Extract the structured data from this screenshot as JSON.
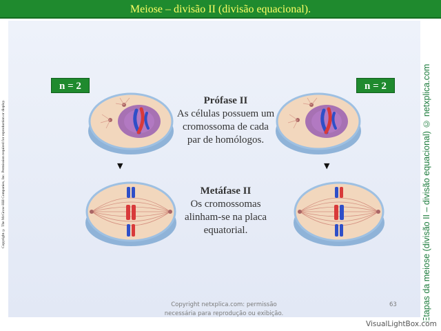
{
  "header": {
    "title": "Meiose – divisão II (divisão equacional)."
  },
  "left_copyright": "Copyright © The McGraw-Hill Companies, Inc. Permission required for reproduction or display.",
  "side_title": "Etapas da meiose (divisão II – divisão equacional) © netxplica.com",
  "n_labels": {
    "left": "n = 2",
    "right": "n = 2"
  },
  "stages": {
    "prophase": {
      "heading": "Prófase II",
      "text": "As células possuem um cromossoma de cada par de homólogos."
    },
    "metaphase": {
      "heading": "Metáfase II",
      "text": "Os cromossomas alinham-se na placa equatorial."
    }
  },
  "footer": {
    "line1": "Copyright netxplica.com: permissão",
    "line2": "necessária para reprodução ou exibição.",
    "page": "63"
  },
  "watermark": "VisualLightBox.com",
  "icons": {
    "down_arrow": "down-arrow-icon"
  },
  "colors": {
    "title_bar": "#1f8a2e",
    "title_text": "#ffff66",
    "side_text": "#1a7a3a",
    "chromosome_red": "#d83a3a",
    "chromosome_blue": "#2f4fc8"
  }
}
